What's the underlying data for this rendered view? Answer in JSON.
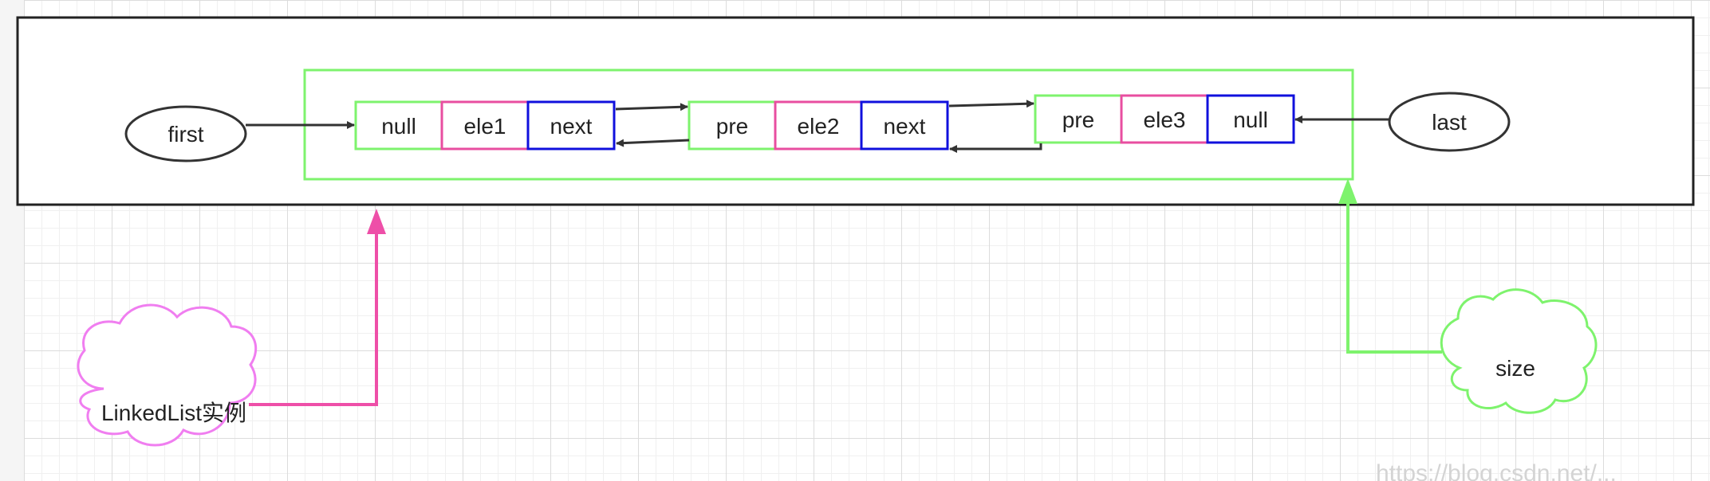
{
  "nodes": [
    {
      "cells": [
        "null",
        "ele1",
        "next"
      ]
    },
    {
      "cells": [
        "pre",
        "ele2",
        "next"
      ]
    },
    {
      "cells": [
        "pre",
        "ele3",
        "null"
      ]
    }
  ],
  "pointers": {
    "first": "first",
    "last": "last"
  },
  "callouts": {
    "instance": "LinkedList实例",
    "size": "size"
  },
  "watermark": "https://blog.csdn.net/...",
  "colors": {
    "pre_cell": "#7ef36d",
    "data_cell": "#e84ea0",
    "next_cell": "#1010dd",
    "list_border": "#7ef36d",
    "instance_arrow": "#ee4fa8",
    "instance_cloud": "#f07ef0",
    "size_arrow": "#7ef36d",
    "size_cloud": "#7ef36d",
    "outer_border": "#222222",
    "link_arrow": "#333333"
  }
}
